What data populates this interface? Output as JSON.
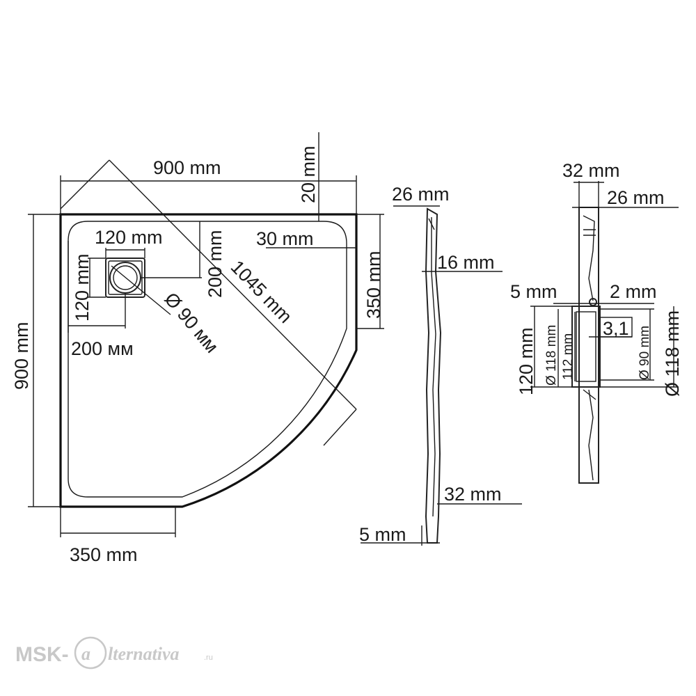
{
  "top_view": {
    "width_label": "900 mm",
    "height_label": "900 mm",
    "rim_label": "20 mm",
    "inner_offset_label": "30 mm",
    "straight_right_label": "350 mm",
    "straight_bottom_label": "350 mm",
    "diagonal_label": "1045 mm",
    "drain_width_label": "120 mm",
    "drain_height_label": "120 mm",
    "drain_offset_x_label": "200 мм",
    "drain_offset_y_label": "200 mm",
    "drain_diameter_label": "Ø 90 мм"
  },
  "side_view": {
    "top_thickness_label": "26 mm",
    "mid_thickness_label": "16 mm",
    "bottom_thickness_label": "32 mm",
    "foot_label": "5 mm"
  },
  "drain_section": {
    "total_thickness_label": "32 mm",
    "tray_thickness_label": "26 mm",
    "left_gap_label": "5 mm",
    "right_gap_label": "2 mm",
    "height_label": "120 mm",
    "outer_diameter_left_label": "Ø 118 mm",
    "inner_label": "112 mm",
    "step_label": "3,1",
    "drain_diameter_label": "Ø 90 mm",
    "outer_diameter_right_label": "Ø 118 mm"
  },
  "watermark": {
    "prefix": "MSK-",
    "emblem": "a",
    "brand": "lternativa",
    "suffix": ".ru"
  }
}
